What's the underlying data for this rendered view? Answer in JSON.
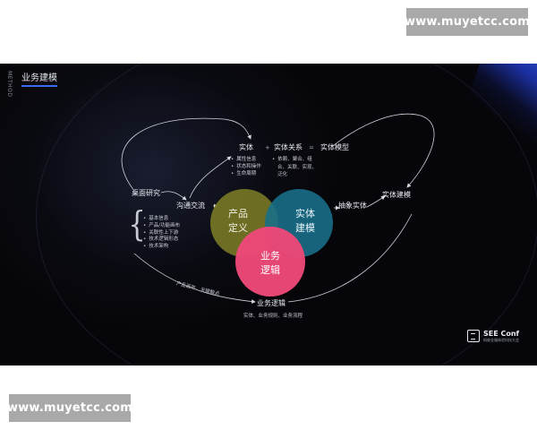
{
  "watermark": {
    "top_text": "www.muyetcc.com",
    "bottom_text": "www.muyetcc.com"
  },
  "slide": {
    "side_label": "METHOD",
    "title": "业务建模",
    "formula": {
      "entity": "实体",
      "plus": "+",
      "entity_relation": "实体关系",
      "equals": "=",
      "entity_model": "实体模型"
    },
    "entity_attributes": [
      "属性信息",
      "状态和操作",
      "生命周期"
    ],
    "relation_attributes_line1": "依赖、聚合、组",
    "relation_attributes_line2": "合、关联、实现、",
    "relation_attributes_line3": "泛化",
    "desktop_research": "桌面研究",
    "communication": "沟通交流",
    "abstract_entity": "抽象实体",
    "entity_modeling": "实体建模",
    "research_items": [
      "基本信息",
      "产品/功能画布",
      "关联性上下游",
      "技术逻辑形态",
      "技术架构"
    ],
    "circles": {
      "product_line1": "产品",
      "product_line2": "定义",
      "entity_line1": "实体",
      "entity_line2": "建模",
      "logic_line1": "业务",
      "logic_line2": "逻辑"
    },
    "curve_label": "产品画布、关键触点",
    "business_logic": "业务逻辑",
    "business_logic_sub": "实体、业务规则、业务流程",
    "logo": {
      "name": "SEE Conf",
      "sub": "蚂蚁金服体验科技大会"
    }
  },
  "colors": {
    "slide_bg": "#06060a",
    "product_circle": "#767626",
    "entity_circle": "#186e87",
    "logic_circle": "#ec4878",
    "accent_blue": "#3b6cf0",
    "watermark_bg": "#a9a9a9"
  }
}
